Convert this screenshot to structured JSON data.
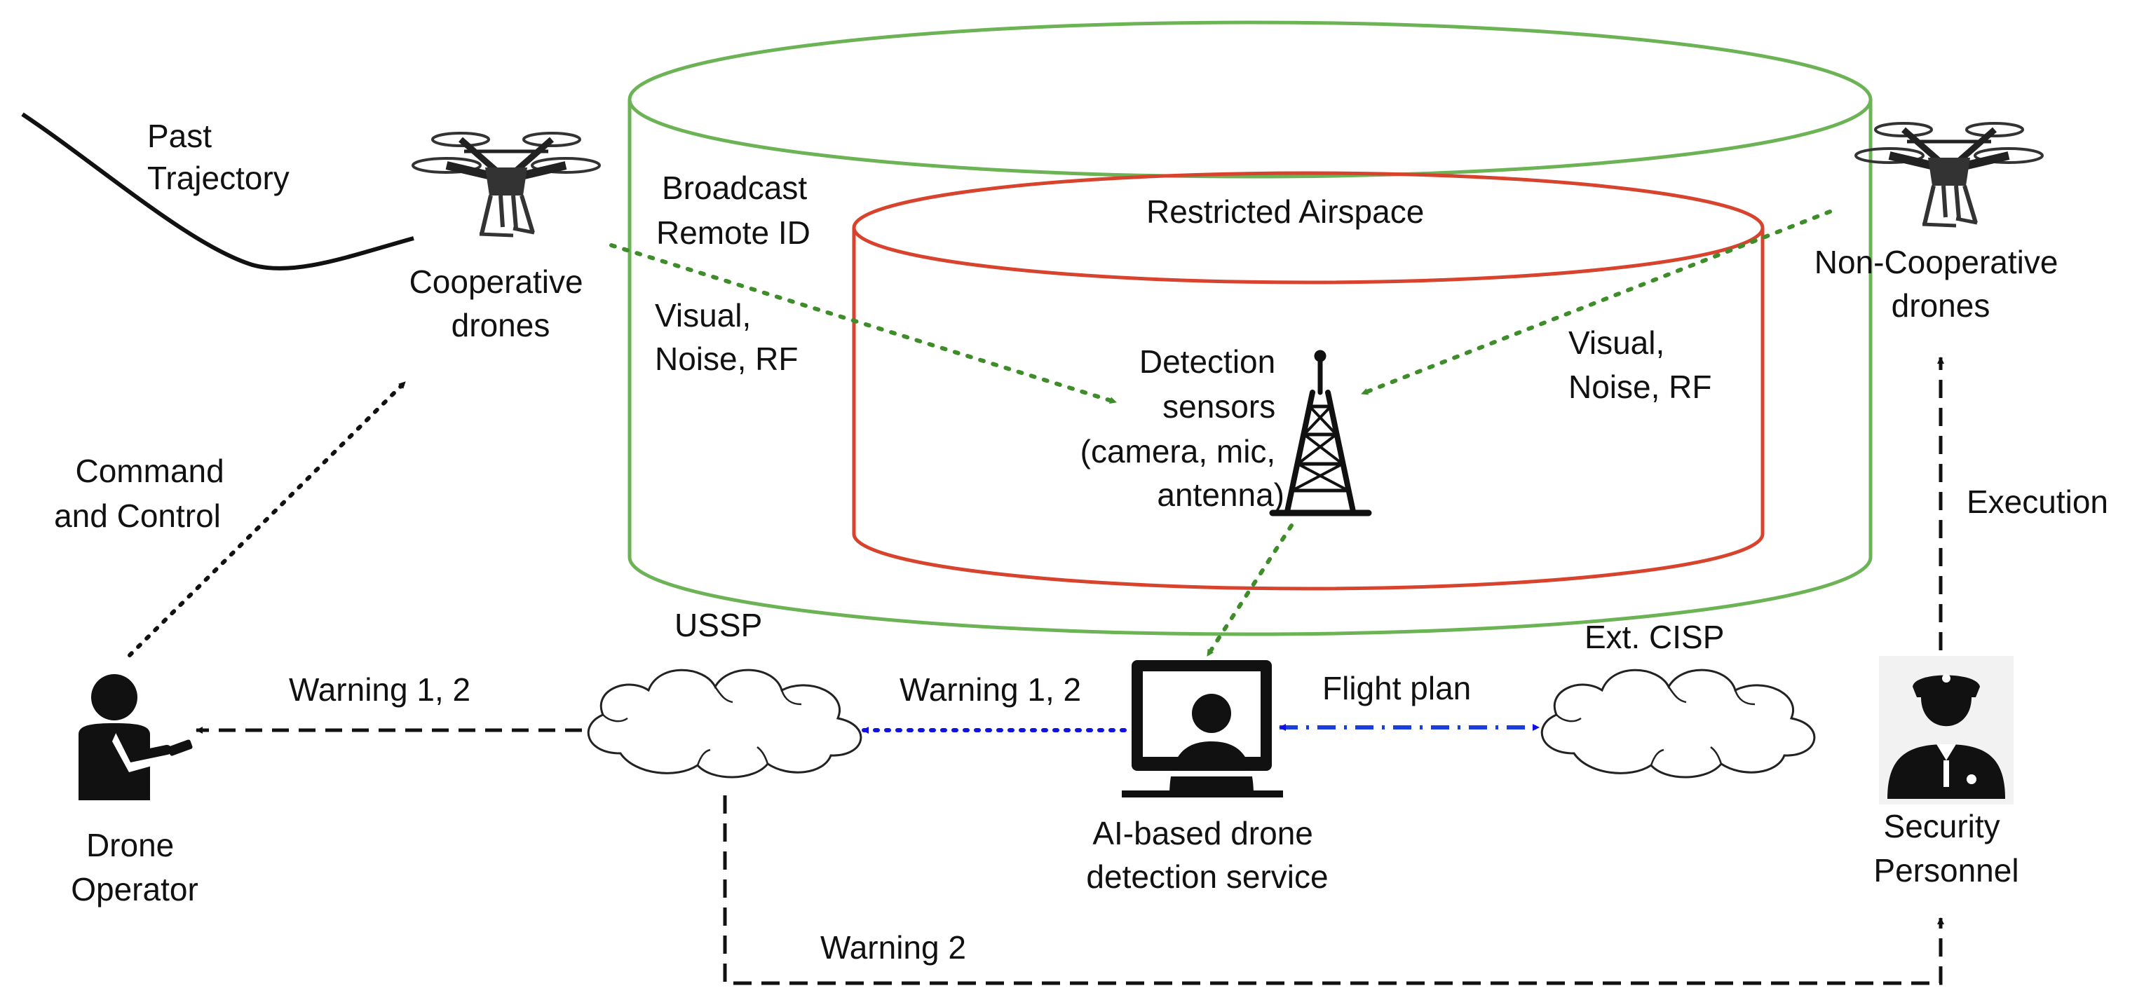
{
  "labels": {
    "past_trajectory": [
      "Past",
      "Trajectory"
    ],
    "cooperative_drones": [
      "Cooperative",
      "drones"
    ],
    "broadcast_remote_id": [
      "Broadcast",
      "Remote ID"
    ],
    "visual_left": [
      "Visual,",
      "Noise, RF"
    ],
    "restricted_airspace": "Restricted Airspace",
    "detection_sensors": [
      "Detection",
      "sensors",
      "(camera, mic,",
      "antenna)"
    ],
    "visual_right": [
      "Visual,",
      "Noise, RF"
    ],
    "non_cooperative_drones": [
      "Non-Cooperative",
      "drones"
    ],
    "command_and_control": [
      "Command",
      "and Control"
    ],
    "execution": "Execution",
    "ussp": "USSP",
    "ext_cisp": "Ext. CISP",
    "warning_left": "Warning 1, 2",
    "warning_center": "Warning 1, 2",
    "flight_plan": "Flight plan",
    "drone_operator": [
      "Drone",
      "Operator"
    ],
    "ai_service": [
      "AI-based drone",
      "detection service"
    ],
    "security_personnel": [
      "Security",
      "Personnel"
    ],
    "warning_bottom": "Warning 2"
  },
  "colors": {
    "outer_cylinder": "#6cb356",
    "inner_cylinder": "#d8432e",
    "sensor_link": "#3f8c2a",
    "warning_blue": "#1010e8",
    "flight_plan_blue": "#1a3fdc",
    "dashed_black": "#111111"
  },
  "icons": {
    "cooperative_drone": "quadcopter-icon",
    "non_cooperative_drone": "quadcopter-icon",
    "sensor_tower": "antenna-tower-icon",
    "operator": "person-with-remote-icon",
    "ai_service": "monitor-user-icon",
    "security": "police-officer-icon",
    "ussp": "cloud-icon",
    "ext_cisp": "cloud-icon"
  }
}
